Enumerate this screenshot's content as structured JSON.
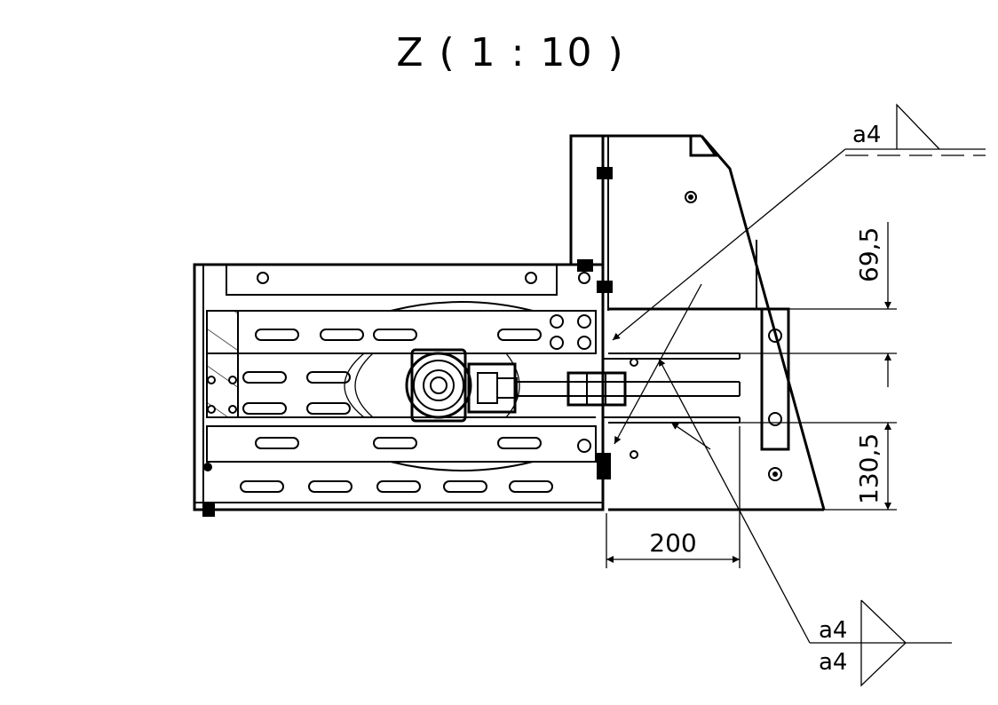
{
  "view_title": "Z ( 1 : 10 )",
  "dimensions": {
    "upper_vertical": "69,5",
    "lower_vertical": "130,5",
    "horizontal": "200"
  },
  "welds": {
    "top": "a4",
    "bottom_upper": "a4",
    "bottom_lower": "a4"
  }
}
